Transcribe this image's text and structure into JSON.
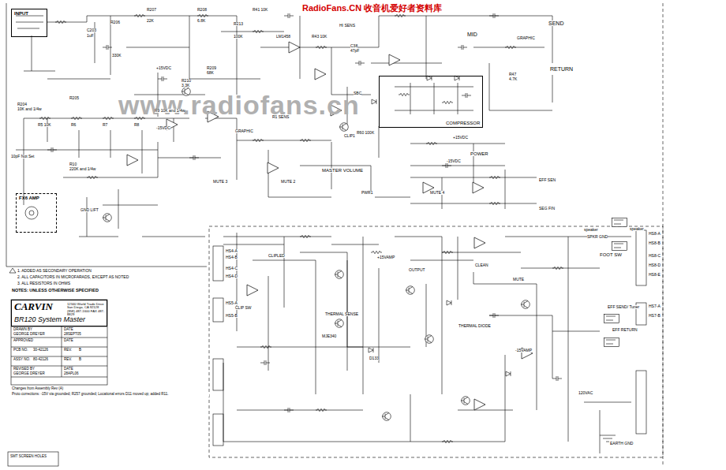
{
  "diagram": {
    "nodes": [
      {
        "text": [
          "INPUT"
        ]
      },
      {
        "text": [
          "FX6 AMP"
        ]
      },
      {
        "text": [
          "COMPRESSOR"
        ]
      },
      {
        "text": [
          "CARVIN",
          "BR120 System Master",
          "12340 World Trade Drive San Diego, CA 92128 (858) 487-1600 FAX 487-8829"
        ]
      }
    ],
    "labels": [
      "RadioFans.CN 收音机爱好者资料库",
      "www.radiofans.cn",
      "R204",
      "10K and 1/4w",
      "R205",
      "C203",
      "1uF",
      "R206",
      "330K",
      "R207",
      "22K",
      "R208",
      "6.8K",
      "+15VDC",
      "-15VDC",
      "R210",
      "3.3K",
      "R209",
      "68K",
      "R213",
      "100K",
      "R41 10K",
      "LM1458",
      "R43 10K",
      "HI SENS",
      "C38",
      "47pF",
      "MID",
      "SEND",
      "RETURN",
      "GRAPHIC",
      "R47",
      "4.7K",
      "SBC",
      "R5 10K",
      "R6",
      "R7",
      "R8",
      "R9 10K and 1/4w",
      "R10",
      "220K and 1/4w",
      "10pF Not Set",
      "GRAPHIC",
      "R1 SENS",
      "CLIP1",
      "R60 100K",
      "MUTE 2",
      "MASTER VOLUME",
      "MUTE 3",
      "PWR1",
      "+15VDC",
      "POWER",
      "-15VDC",
      "EFF SEN",
      "SEG FIN",
      "MUTE 4",
      "CLIPLED",
      "THERMAL SENSE",
      "THERMAL DIODE",
      "OUTPUT",
      "CLEAN",
      "CLIP SW",
      "MUTE",
      "+15VAMP",
      "-15VAMP",
      "MJE340",
      "D133",
      "FOOT SW",
      "speaker",
      "SPKR GND",
      "speaker",
      "EFF SEND/ Tuner",
      "EFF RETURN",
      "120VAC",
      "EARTH GND",
      "HS4-A",
      "HS4-B",
      "HS4-C",
      "HS4-D",
      "HS5-A",
      "HS5-B",
      "HS8-A",
      "HS8-B",
      "HS8-C",
      "HS8-D",
      "HS8-E",
      "HS7-A",
      "HS7-B",
      "NOTES: UNLESS OTHERWISE SPECIFIED",
      "1. ADDED AS SECONDARY OPERATION",
      "2. ALL CAPACITORS IN MICROFARADS, EXCEPT AS NOTED",
      "3. ALL RESISTORS IN OHMS",
      "DRAWN BY",
      "GEORGE DREYER",
      "DATE",
      "28SEPT05",
      "APPROVED",
      "DATE",
      "PCB NO.",
      "30-42126",
      "REV.",
      "B",
      "ASSY NO.",
      "80-42126",
      "REV.",
      "B",
      "REVISED BY",
      "DATE",
      "GEORGE DREYER",
      "28APL06",
      "Changes from Assembly Rev (A)",
      "Proto corrections: -15V via grounded; R257 grounded; Locational errors D11 moved up; added R11.",
      "SMT SCREEN HOLES",
      "GND LIFT"
    ]
  }
}
